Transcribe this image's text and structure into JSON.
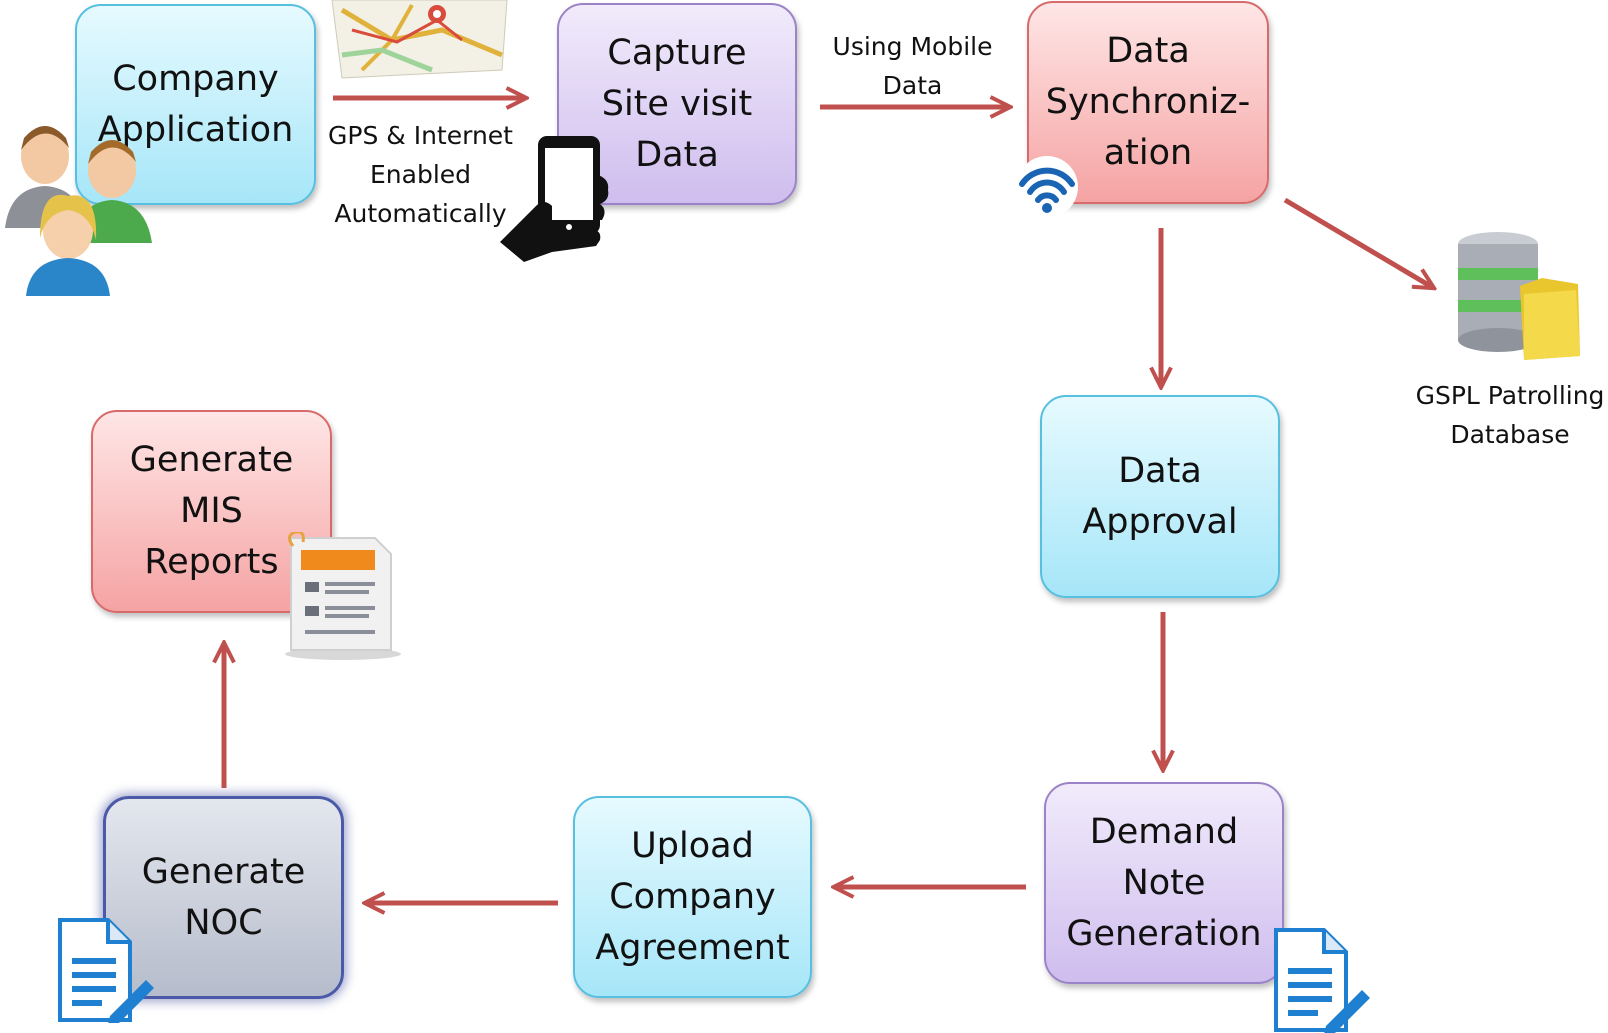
{
  "nodes": {
    "company_application": "Company\nApplication",
    "capture_site_visit": "Capture\nSite visit\nData",
    "data_synchronization": "Data\nSynchroniz-\nation",
    "data_approval": "Data\nApproval",
    "demand_note": "Demand\nNote\nGeneration",
    "upload_agreement": "Upload\nCompany\nAgreement",
    "generate_noc": "Generate\nNOC",
    "generate_mis": "Generate\nMIS\nReports"
  },
  "edge_labels": {
    "gps_internet": "GPS & Internet\nEnabled\nAutomatically",
    "mobile_data": "Using Mobile\nData"
  },
  "database_label": "GSPL Patrolling\nDatabase",
  "icons": [
    "users-icon",
    "map-icon",
    "smartphone-hand-icon",
    "wifi-icon",
    "database-icon",
    "report-icon",
    "document-edit-icon"
  ],
  "colors": {
    "arrow": "#c0504d",
    "blue_fill": "#a6e6f8",
    "purple_fill": "#cfbdee",
    "red_fill": "#f5a3a3",
    "gray_fill": "#b5bccb"
  }
}
